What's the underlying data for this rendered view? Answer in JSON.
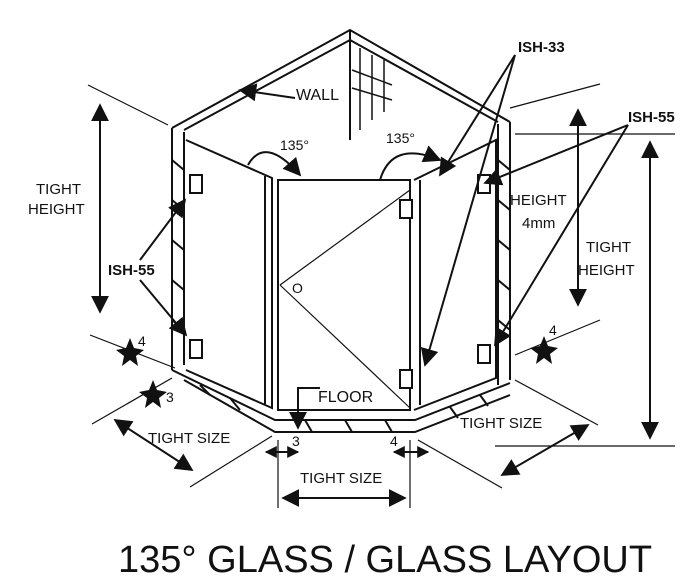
{
  "labels": {
    "wall": "WALL",
    "floor": "FLOOR",
    "angle_left": "135°",
    "angle_right": "135°",
    "isH33": "ISH-33",
    "isH55_right": "ISH-55",
    "isH55_left": "ISH-55",
    "tight_height_left_1": "TIGHT",
    "tight_height_left_2": "HEIGHT",
    "height_mid_1": "HEIGHT",
    "height_mid_2": "4mm",
    "tight_height_right_1": "TIGHT",
    "tight_height_right_2": "HEIGHT",
    "tight_size_left": "TIGHT SIZE",
    "tight_size_bottom": "TIGHT SIZE",
    "tight_size_right": "TIGHT SIZE",
    "num_3_left": "3",
    "num_4_left": "4",
    "num_3_bottom": "3",
    "num_4_bottom": "4",
    "num_4_right": "4",
    "pivot": "O"
  },
  "caption": "135° GLASS / GLASS LAYOUT",
  "colors": {
    "ink": "#111111",
    "paper": "#ffffff"
  }
}
